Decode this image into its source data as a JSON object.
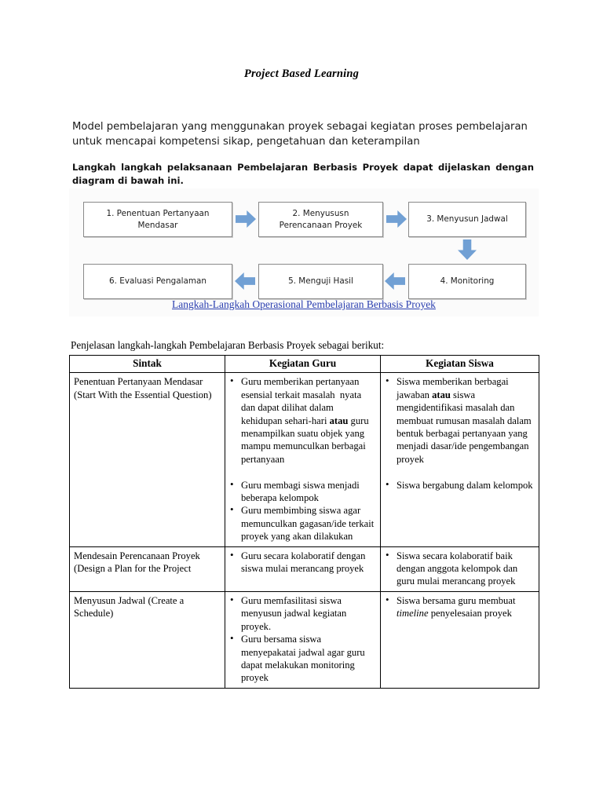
{
  "document": {
    "title": "Project Based Learning",
    "intro": "Model pembelajaran yang menggunakan proyek sebagai kegiatan proses pembelajaran untuk mencapai kompetensi sikap, pengetahuan dan keterampilan",
    "bold_note": "Langkah langkah pelaksanaan Pembelajaran Berbasis Proyek dapat dijelaskan dengan diagram di bawah ini.",
    "table_intro": "Penjelasan langkah-langkah Pembelajaran Berbasis Proyek sebagai berikut:"
  },
  "diagram": {
    "caption": "Langkah-Langkah Operasional Pembelajaran Berbasis Proyek",
    "caption_color": "#2b3fb0",
    "arrow_color": "#71a0d4",
    "box_border_color": "#8a8a8a",
    "panel_background": "#fbfbfb",
    "boxes": [
      {
        "id": "step-1",
        "line1": "1.  Penentuan Pertanyaan",
        "line2": "Mendasar"
      },
      {
        "id": "step-2",
        "line1": "2. Menyususn",
        "line2": "Perencanaan Proyek"
      },
      {
        "id": "step-3",
        "line1": "3. Menyusun Jadwal",
        "line2": ""
      },
      {
        "id": "step-4",
        "line1": "4. Monitoring",
        "line2": ""
      },
      {
        "id": "step-5",
        "line1": "5. Menguji Hasil",
        "line2": ""
      },
      {
        "id": "step-6",
        "line1": "6. Evaluasi Pengalaman",
        "line2": ""
      }
    ]
  },
  "table": {
    "headers": [
      "Sintak",
      "Kegiatan Guru",
      "Kegiatan Siswa"
    ],
    "rows": [
      {
        "sintak": "Penentuan Pertanyaan Mendasar (Start With the Essential Question)",
        "guru_group1": [
          "Guru memberikan pertanyaan esensial terkait masalah  nyata dan dapat dilihat dalam kehidupan sehari-hari atau guru menampilkan suatu objek yang mampu memunculkan berbagai pertanyaan"
        ],
        "guru_group2": [
          "Guru membagi siswa menjadi beberapa kelompok",
          "Guru membimbing siswa agar memunculkan gagasan/ide terkait proyek yang akan dilakukan"
        ],
        "siswa_group1": [
          "Siswa memberikan berbagai jawaban atau siswa mengidentifikasi masalah dan membuat rumusan masalah dalam bentuk berbagai pertanyaan yang menjadi dasar/ide pengembangan proyek"
        ],
        "siswa_group2": [
          "Siswa bergabung dalam kelompok"
        ]
      },
      {
        "sintak": "Mendesain Perencanaan Proyek (Design a Plan for the Project",
        "guru": [
          "Guru secara kolaboratif dengan siswa mulai merancang proyek"
        ],
        "siswa": [
          "Siswa secara kolaboratif baik dengan anggota kelompok dan guru mulai merancang proyek"
        ]
      },
      {
        "sintak": "Menyusun Jadwal (Create a Schedule)",
        "guru": [
          "Guru memfasilitasi siswa menyusun jadwal kegiatan proyek.",
          "Guru bersama siswa menyepakatai jadwal agar guru dapat melakukan monitoring proyek"
        ],
        "siswa": [
          "Siswa bersama guru membuat timeline penyelesaian proyek"
        ]
      }
    ]
  }
}
